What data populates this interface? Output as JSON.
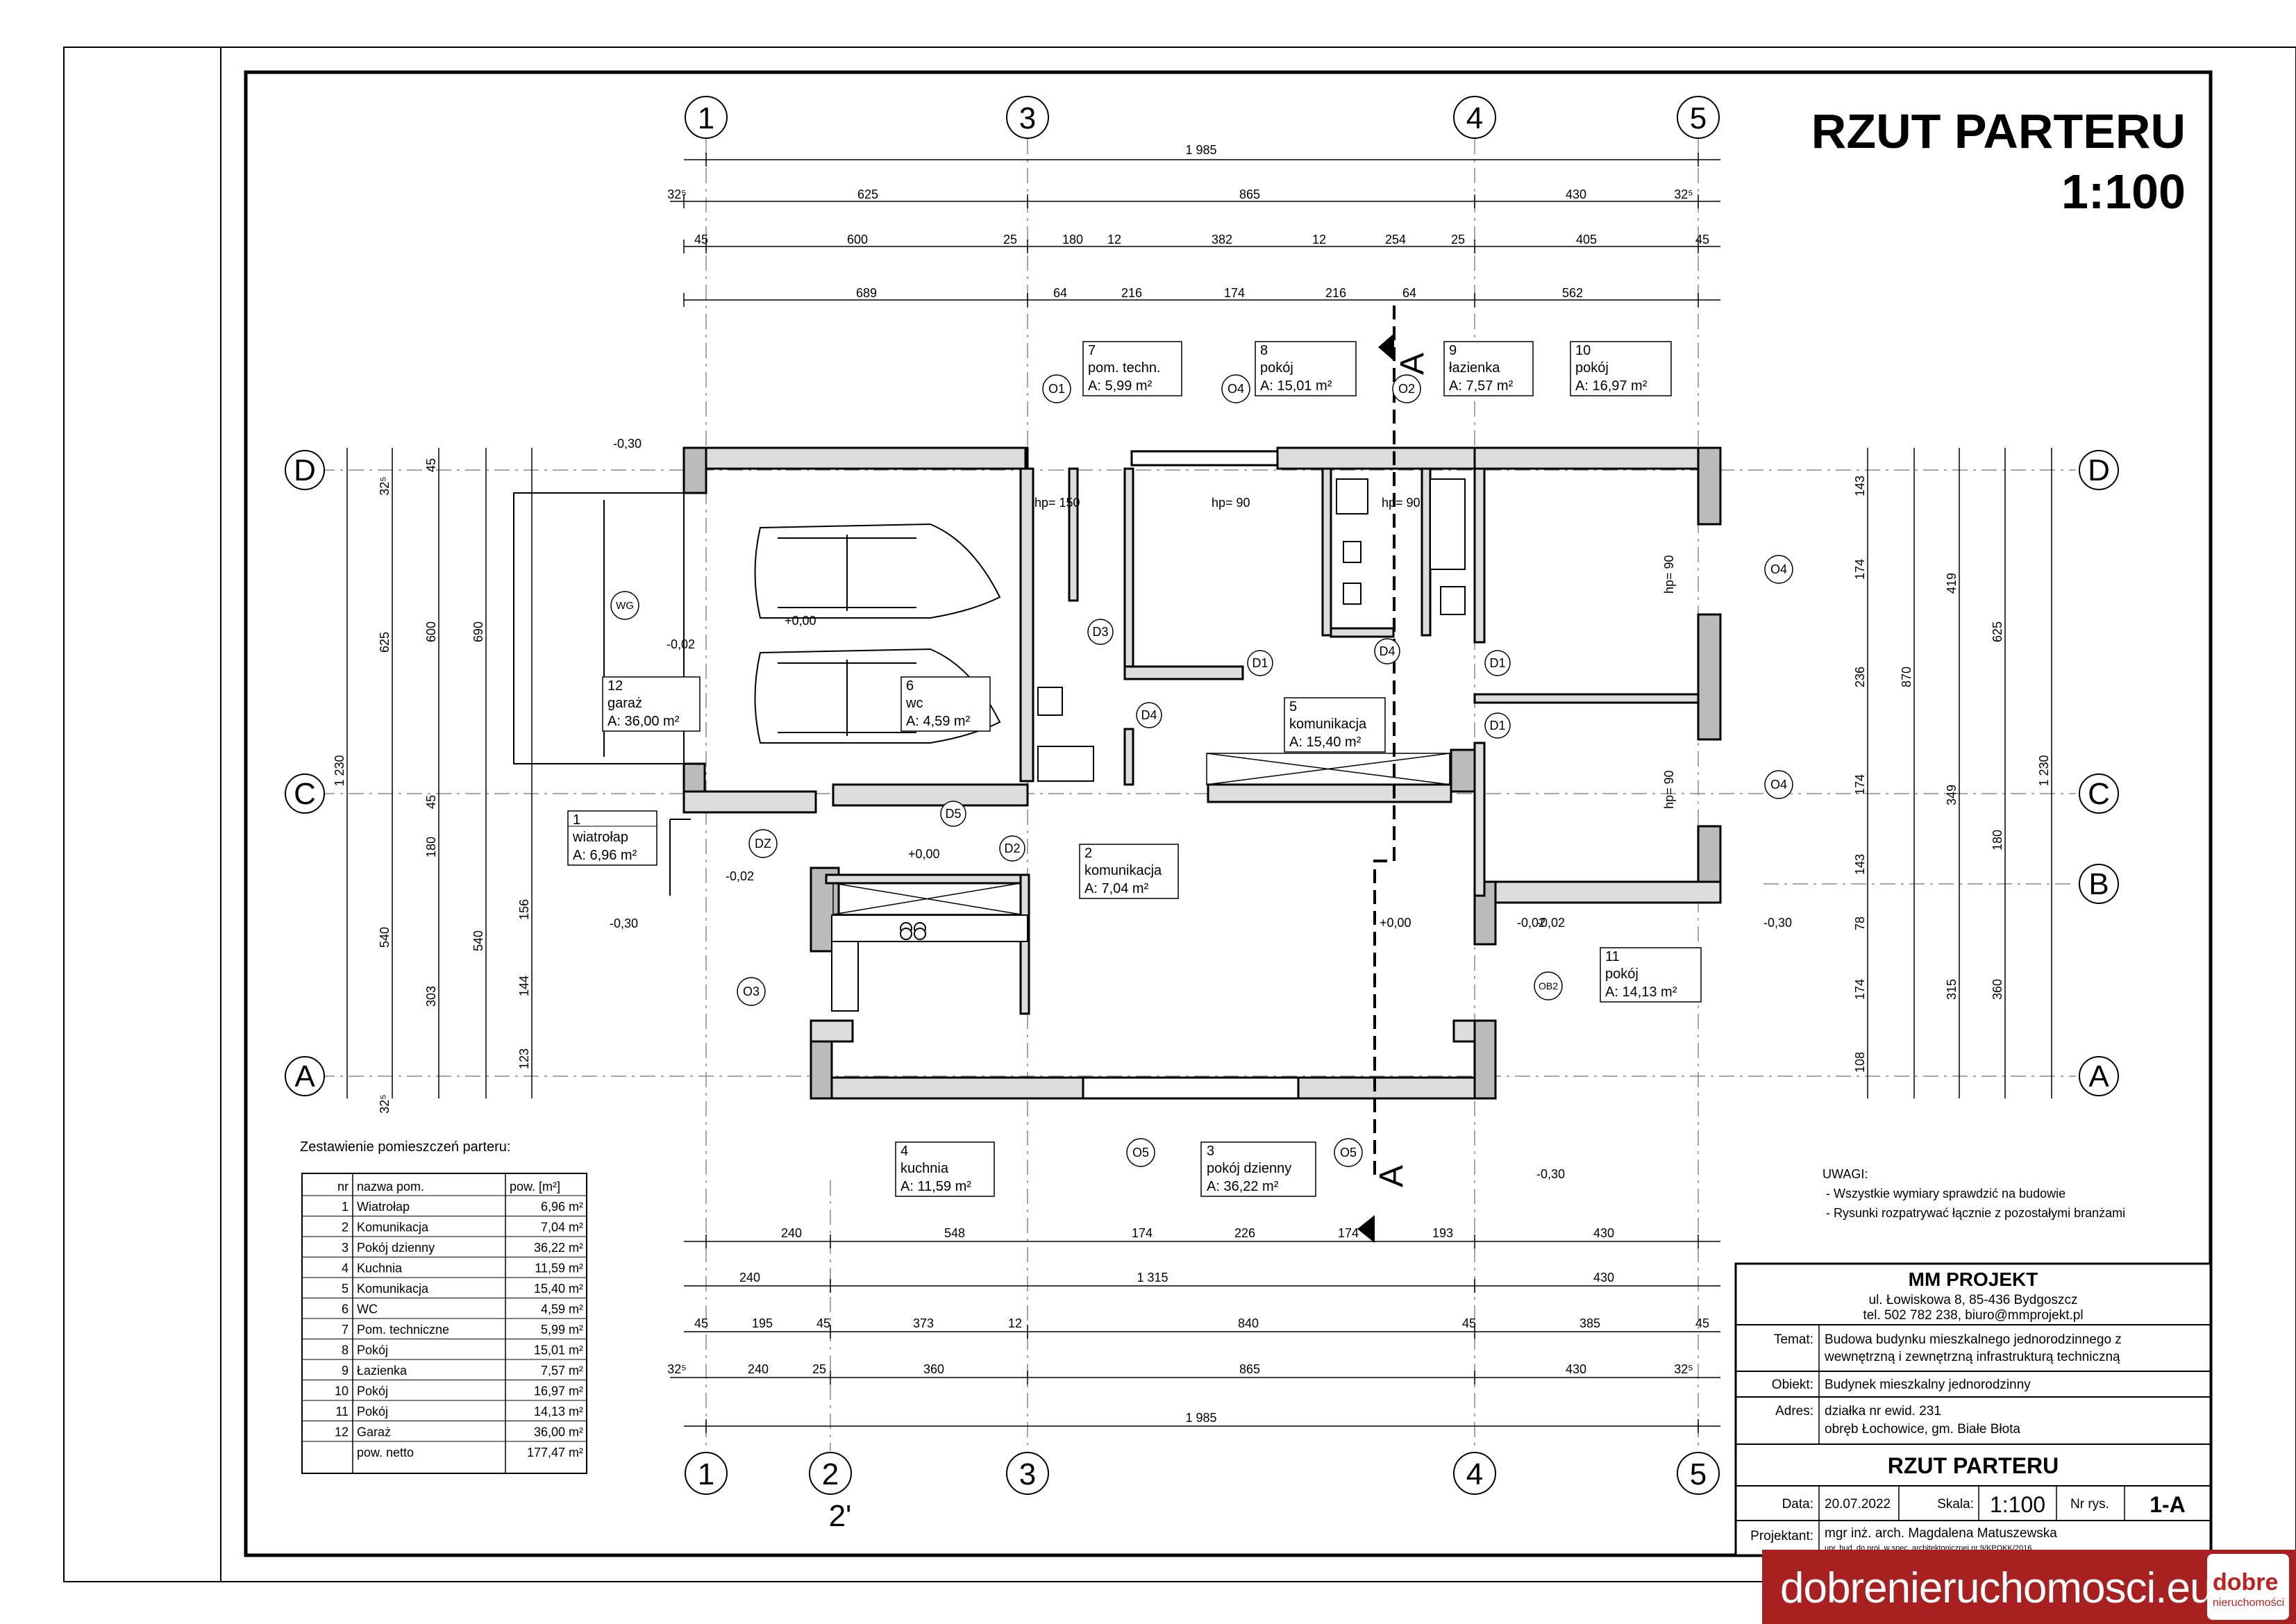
{
  "drawing": {
    "title": "RZUT PARTERU",
    "scale": "1:100"
  },
  "axes": {
    "top": [
      "1",
      "3",
      "4",
      "5"
    ],
    "bottom": [
      "1",
      "2",
      "3",
      "4",
      "5"
    ],
    "bottom_sub": "2'",
    "left": [
      "D",
      "C",
      "A"
    ],
    "right": [
      "D",
      "C",
      "B",
      "A"
    ]
  },
  "dims": {
    "top_total": "1 985",
    "top_row2": [
      "32⁵",
      "625",
      "865",
      "430",
      "32⁵"
    ],
    "top_row3": [
      "45",
      "600",
      "25",
      "180",
      "12",
      "382",
      "12",
      "254",
      "25",
      "405",
      "45"
    ],
    "top_row4": [
      "689",
      "64",
      "216",
      "174",
      "216",
      "64",
      "562"
    ],
    "bottom_row1": [
      "240",
      "548",
      "174",
      "226",
      "174",
      "193",
      "430"
    ],
    "bottom_row2": [
      "240",
      "1 315",
      "430"
    ],
    "bottom_row3": [
      "45",
      "195",
      "45",
      "373",
      "12",
      "840",
      "45",
      "385",
      "45"
    ],
    "bottom_row4": [
      "32⁵",
      "240",
      "25",
      "360",
      "865",
      "430",
      "32⁵"
    ],
    "bottom_total": "1 985",
    "left_total": "1 230",
    "right_total": "1 230",
    "left": [
      "32⁵",
      "45",
      "625",
      "600",
      "690",
      "540",
      "303",
      "540",
      "123",
      "144",
      "156",
      "180",
      "45",
      "32⁵"
    ],
    "right": [
      "143",
      "174",
      "236",
      "174",
      "143",
      "78",
      "174",
      "108",
      "419",
      "870",
      "349",
      "315",
      "625",
      "180",
      "360"
    ]
  },
  "rooms": [
    {
      "nr": "1",
      "name": "wiatrołap",
      "area": "A: 6,96 m²"
    },
    {
      "nr": "2",
      "name": "komunikacja",
      "area": "A: 7,04 m²"
    },
    {
      "nr": "3",
      "name": "pokój dzienny",
      "area": "A: 36,22 m²"
    },
    {
      "nr": "4",
      "name": "kuchnia",
      "area": "A: 11,59 m²"
    },
    {
      "nr": "5",
      "name": "komunikacja",
      "area": "A: 15,40 m²"
    },
    {
      "nr": "6",
      "name": "wc",
      "area": "A: 4,59 m²"
    },
    {
      "nr": "7",
      "name": "pom. techn.",
      "area": "A: 5,99 m²"
    },
    {
      "nr": "8",
      "name": "pokój",
      "area": "A: 15,01 m²"
    },
    {
      "nr": "9",
      "name": "łazienka",
      "area": "A: 7,57 m²"
    },
    {
      "nr": "10",
      "name": "pokój",
      "area": "A: 16,97 m²"
    },
    {
      "nr": "11",
      "name": "pokój",
      "area": "A: 14,13 m²"
    },
    {
      "nr": "12",
      "name": "garaż",
      "area": "A: 36,00 m²"
    }
  ],
  "tags": {
    "windows": [
      "O1",
      "O4",
      "O2",
      "O4",
      "O4",
      "O3",
      "O5",
      "O5",
      "OB2",
      "WG"
    ],
    "doors": [
      "D3",
      "D4",
      "D1",
      "D4",
      "D1",
      "D1",
      "D5",
      "D2",
      "DZ"
    ],
    "levels": [
      "-0,30",
      "-0,02",
      "+0,00",
      "-0,02",
      "+0,00",
      "-0,30",
      "-0,02",
      "+0,00",
      "-0,02",
      "-0,30",
      "-0,30"
    ],
    "section": "A",
    "sill": "hp= 90",
    "sill150": "hp= 150"
  },
  "schedule": {
    "title": "Zestawienie pomieszczeń parteru:",
    "headers": [
      "nr",
      "nazwa pom.",
      "pow. [m²]"
    ],
    "rows": [
      [
        "1",
        "Wiatrołap",
        "6,96 m²"
      ],
      [
        "2",
        "Komunikacja",
        "7,04 m²"
      ],
      [
        "3",
        "Pokój dzienny",
        "36,22 m²"
      ],
      [
        "4",
        "Kuchnia",
        "11,59 m²"
      ],
      [
        "5",
        "Komunikacja",
        "15,40 m²"
      ],
      [
        "6",
        "WC",
        "4,59 m²"
      ],
      [
        "7",
        "Pom. techniczne",
        "5,99 m²"
      ],
      [
        "8",
        "Pokój",
        "15,01 m²"
      ],
      [
        "9",
        "Łazienka",
        "7,57 m²"
      ],
      [
        "10",
        "Pokój",
        "16,97 m²"
      ],
      [
        "11",
        "Pokój",
        "14,13 m²"
      ],
      [
        "12",
        "Garaż",
        "36,00 m²"
      ]
    ],
    "total_label": "pow. netto",
    "total_value": "177,47 m²"
  },
  "notes": {
    "title": "UWAGI:",
    "items": [
      "- Wszystkie wymiary sprawdzić na budowie",
      "- Rysunki rozpatrywać łącznie z pozostałymi branżami"
    ]
  },
  "titleblock": {
    "company": "MM PROJEKT",
    "address": "ul. Łowiskowa 8, 85-436 Bydgoszcz",
    "contact": "tel. 502 782 238, biuro@mmprojekt.pl",
    "temat_label": "Temat:",
    "temat1": "Budowa budynku mieszkalnego jednorodzinnego z",
    "temat2": "wewnętrzną i zewnętrzną infrastrukturą techniczną",
    "obiekt_label": "Obiekt:",
    "obiekt": "Budynek mieszkalny jednorodzinny",
    "adres_label": "Adres:",
    "adres1": "działka nr ewid. 231",
    "adres2": "obręb Łochowice, gm. Białe Błota",
    "sheet_title": "RZUT PARTERU",
    "data_label": "Data:",
    "data": "20.07.2022",
    "skala_label": "Skala:",
    "skala": "1:100",
    "nr_label": "Nr rys.",
    "nr": "1-A",
    "projektant_label": "Projektant:",
    "projektant": "mgr inż. arch. Magdalena Matuszewska",
    "uprawnienia": "upr. bud. do proj. w spec. architektonicznej nr 9/KPOKK/2016"
  },
  "watermark": {
    "text": "dobrenieruchomosci.eu",
    "logo1": "dobre",
    "logo2": "nieruchomości"
  }
}
